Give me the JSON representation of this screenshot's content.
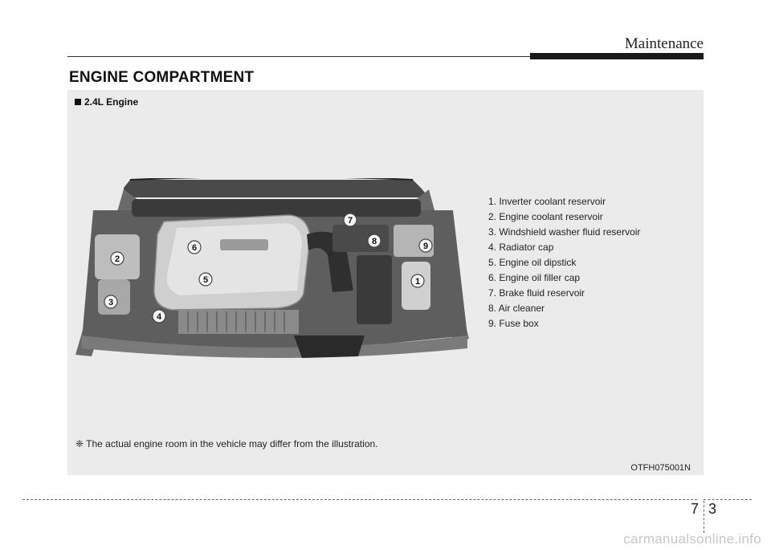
{
  "header": {
    "title": "Maintenance"
  },
  "section": {
    "title": "ENGINE COMPARTMENT"
  },
  "figure": {
    "subtitle": "2.4L Engine",
    "callouts": [
      "1",
      "2",
      "3",
      "4",
      "5",
      "6",
      "7",
      "8",
      "9"
    ],
    "legend": [
      "1. Inverter coolant reservoir",
      "2. Engine coolant reservoir",
      "3. Windshield washer fluid reservoir",
      "4. Radiator cap",
      "5. Engine oil dipstick",
      "6. Engine oil filler cap",
      "7. Brake fluid reservoir",
      "8. Air cleaner",
      "9. Fuse box"
    ],
    "note": "❈ The actual engine room in the vehicle may differ from the illustration.",
    "code": "OTFH075001N"
  },
  "footer": {
    "chapter": "7",
    "page": "3"
  },
  "watermark": "carmanualsonline.info"
}
